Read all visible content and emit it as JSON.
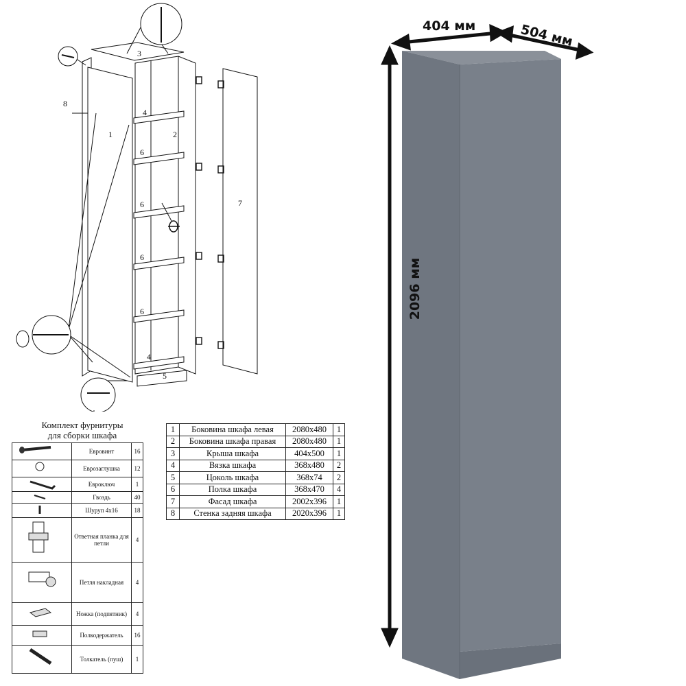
{
  "colors": {
    "cabinet_side": "#6f7680",
    "cabinet_front": "#79808a",
    "cabinet_top": "#8a9099",
    "line": "#111111"
  },
  "diagram": {
    "callouts": [
      "3",
      "8",
      "1",
      "4",
      "2",
      "6",
      "6",
      "7",
      "6",
      "6",
      "4",
      "5"
    ]
  },
  "kit": {
    "title_line1": "Комплект фурнитуры",
    "title_line2": "для сборки шкафа",
    "rows": [
      {
        "icon": "screw-icon",
        "name": "Евровинт",
        "qty": "16"
      },
      {
        "icon": "cap-icon",
        "name": "Еврозаглушка",
        "qty": "12"
      },
      {
        "icon": "hex-key-icon",
        "name": "Евроключ",
        "qty": "1"
      },
      {
        "icon": "nail-icon",
        "name": "Гвоздь",
        "qty": "40"
      },
      {
        "icon": "small-screw-icon",
        "name": "Шуруп 4x16",
        "qty": "18"
      },
      {
        "icon": "hinge-plate-icon",
        "name": "Ответная планка для петли",
        "qty": "4"
      },
      {
        "icon": "hinge-icon",
        "name": "Петля накладная",
        "qty": "4"
      },
      {
        "icon": "foot-icon",
        "name": "Ножка (подпятник)",
        "qty": "4"
      },
      {
        "icon": "shelf-pin-icon",
        "name": "Полкодержатель",
        "qty": "16"
      },
      {
        "icon": "push-latch-icon",
        "name": "Толкатель (пуш)",
        "qty": "1"
      }
    ]
  },
  "parts": [
    {
      "num": "1",
      "name": "Боковина шкафа левая",
      "dims": "2080x480",
      "qty": "1"
    },
    {
      "num": "2",
      "name": "Боковина шкафа правая",
      "dims": "2080x480",
      "qty": "1"
    },
    {
      "num": "3",
      "name": "Крыша шкафа",
      "dims": "404x500",
      "qty": "1"
    },
    {
      "num": "4",
      "name": "Вязка шкафа",
      "dims": "368x480",
      "qty": "2"
    },
    {
      "num": "5",
      "name": "Цоколь шкафа",
      "dims": "368x74",
      "qty": "2"
    },
    {
      "num": "6",
      "name": "Полка шкафа",
      "dims": "368x470",
      "qty": "4"
    },
    {
      "num": "7",
      "name": "Фасад шкафа",
      "dims": "2002x396",
      "qty": "1"
    },
    {
      "num": "8",
      "name": "Стенка задняя шкафа",
      "dims": "2020x396",
      "qty": "1"
    }
  ],
  "dimensions": {
    "width": "404 мм",
    "depth": "504 мм",
    "height": "2096 мм"
  }
}
